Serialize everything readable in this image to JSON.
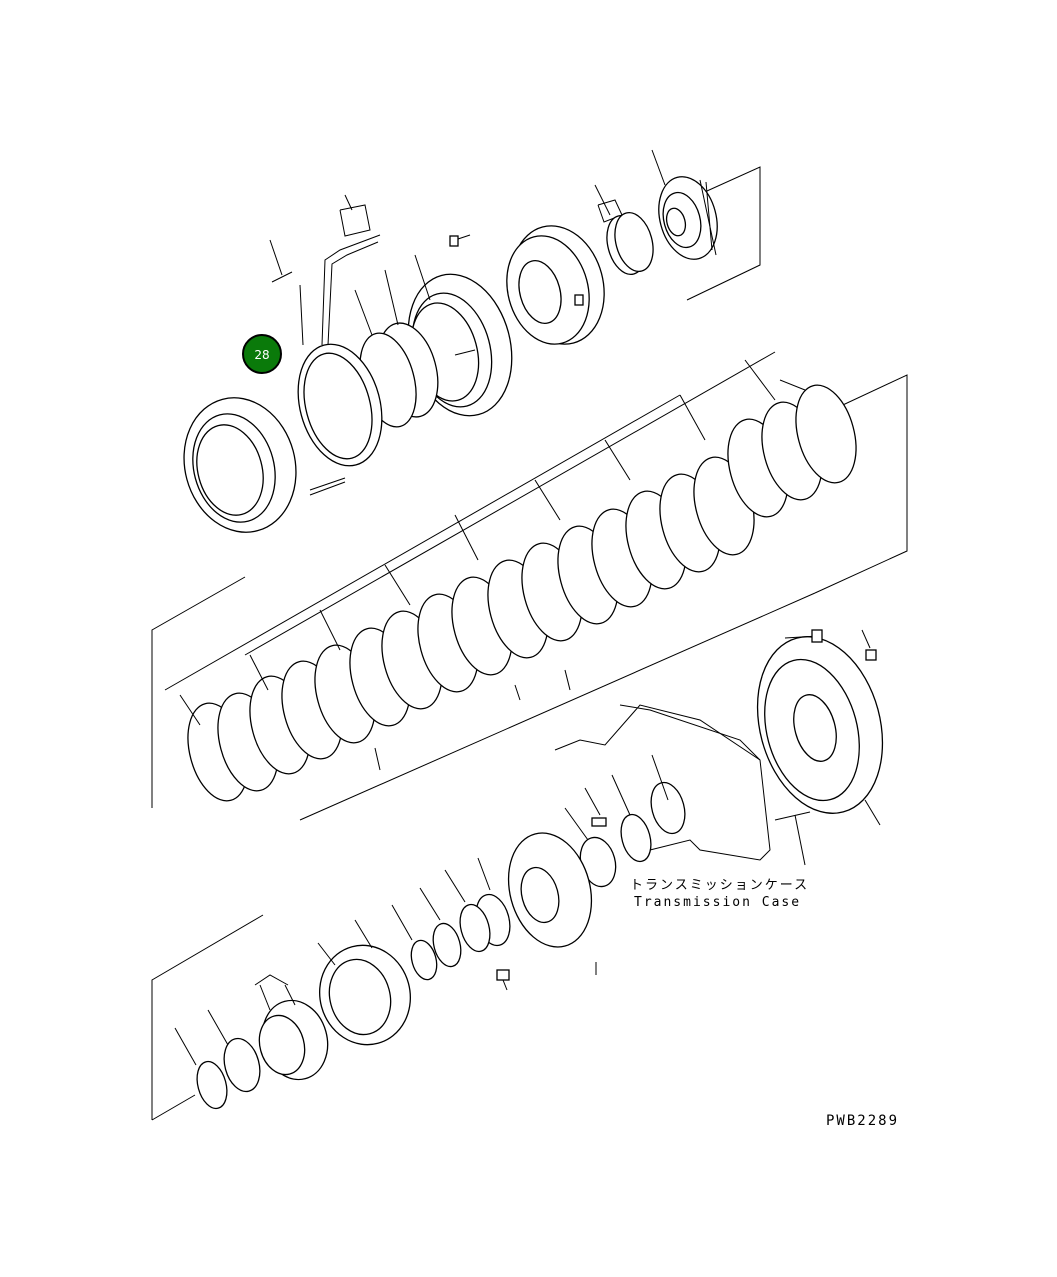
{
  "diagram": {
    "drawing_code": "PWB2289",
    "case_label_jp": "トランスミッションケース",
    "case_label_en": "Transmission Case",
    "callout": {
      "number": "28",
      "color": "#0a7a0a"
    }
  }
}
